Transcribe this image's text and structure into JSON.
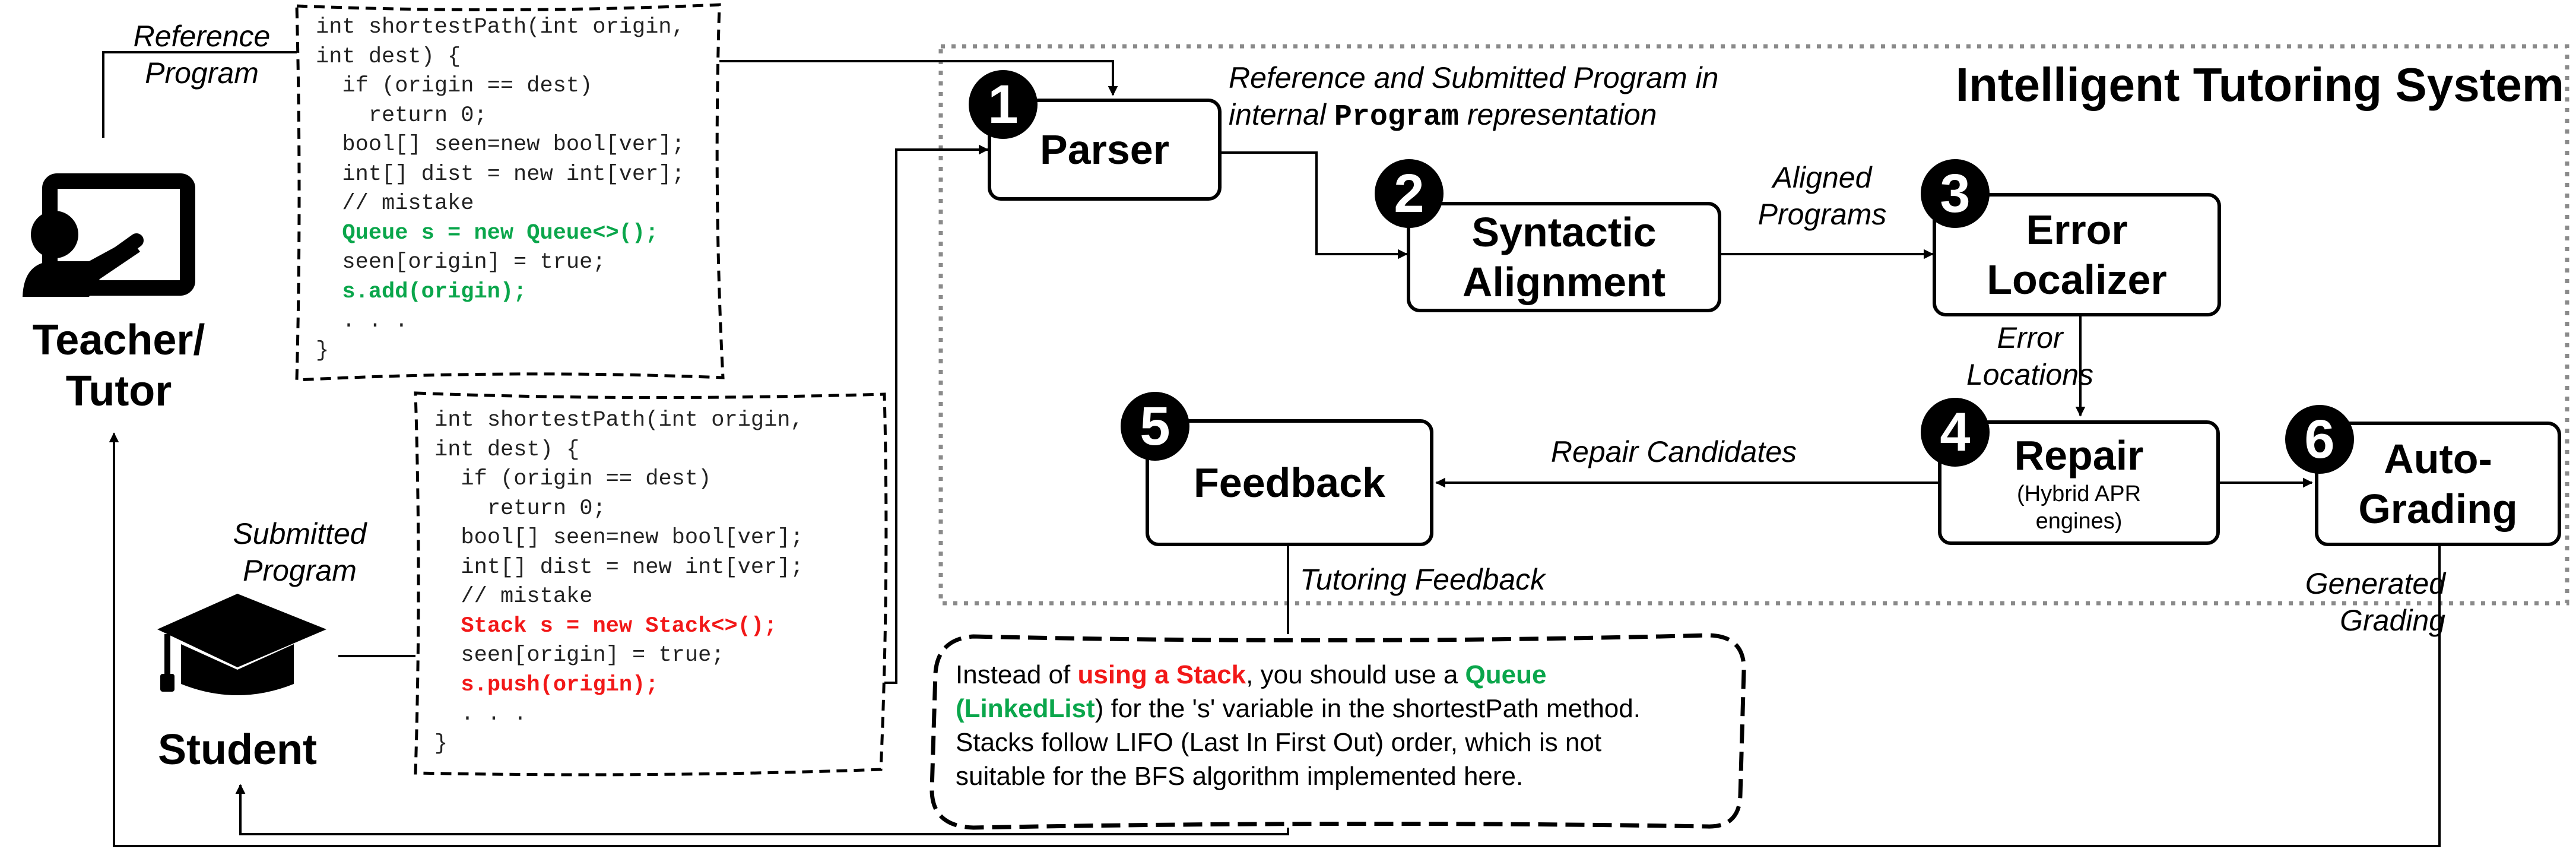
{
  "system_title": "Intelligent Tutoring System",
  "actors": {
    "teacher": {
      "label_line1": "Teacher/",
      "label_line2": "Tutor",
      "icon": "teacher-at-board-icon"
    },
    "student": {
      "label": "Student",
      "icon": "graduation-cap-icon"
    }
  },
  "labels": {
    "reference_program": [
      "Reference",
      "Program"
    ],
    "submitted_program": [
      "Submitted",
      "Program"
    ],
    "parser_output": [
      "Reference and Submitted Program in",
      "internal ",
      "Program",
      " representation"
    ],
    "aligned_programs": [
      "Aligned",
      "Programs"
    ],
    "error_locations": [
      "Error",
      "Locations"
    ],
    "repair_candidates": "Repair Candidates",
    "tutoring_feedback": "Tutoring Feedback",
    "generated_grading": [
      "Generated",
      "Grading"
    ]
  },
  "components": [
    {
      "number": "1",
      "title": "Parser"
    },
    {
      "number": "2",
      "title_lines": [
        "Syntactic",
        "Alignment"
      ]
    },
    {
      "number": "3",
      "title_lines": [
        "Error",
        "Localizer"
      ]
    },
    {
      "number": "4",
      "title": "Repair",
      "subtitle_lines": [
        "(Hybrid APR",
        "engines)"
      ]
    },
    {
      "number": "5",
      "title": "Feedback"
    },
    {
      "number": "6",
      "title_lines": [
        "Auto-",
        "Grading"
      ]
    }
  ],
  "reference_code": [
    "int shortestPath(int origin,",
    "int dest) {",
    "  if (origin == dest)",
    "    return 0;",
    "  bool[] seen=new bool[ver];",
    "  int[] dist = new int[ver];",
    "  // mistake",
    "  Queue s = new Queue<>();",
    "  seen[origin] = true;",
    "  s.add(origin);",
    "  . . .",
    "}"
  ],
  "reference_highlight_lines": [
    7,
    9
  ],
  "submitted_code": [
    "int shortestPath(int origin,",
    "int dest) {",
    "  if (origin == dest)",
    "    return 0;",
    "  bool[] seen=new bool[ver];",
    "  int[] dist = new int[ver];",
    "  // mistake",
    "  Stack s = new Stack<>();",
    "  seen[origin] = true;",
    "  s.push(origin);",
    "  . . .",
    "}"
  ],
  "submitted_highlight_lines": [
    7,
    9
  ],
  "feedback_message": {
    "line1_a": "Instead of ",
    "line1_b": "using a Stack",
    "line1_c": ", you should use a ",
    "line1_d": "Queue",
    "line2_a": "(LinkedList",
    "line2_b": ") for the 's' variable in the shortestPath method.",
    "line3": "Stacks follow LIFO (Last In First Out) order, which is not",
    "line4": "suitable for the BFS algorithm implemented here."
  },
  "colors": {
    "correct": "#0aa64b",
    "mistake": "#f21818",
    "border": "#000000",
    "system_border": "#8a8a8a"
  }
}
